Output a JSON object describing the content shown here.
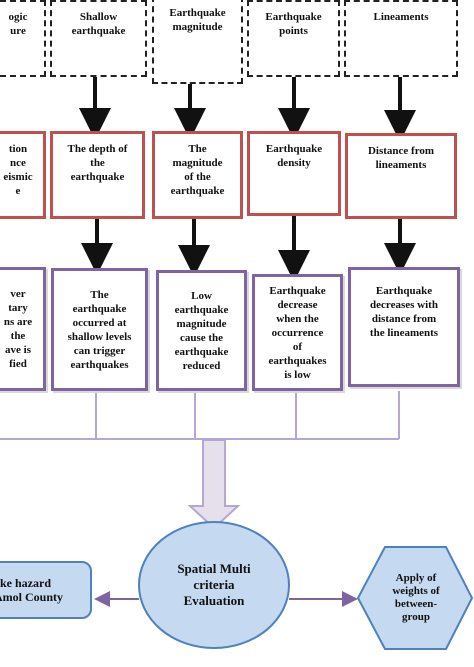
{
  "row1": [
    {
      "text": "ogic\nure"
    },
    {
      "text": "Shallow\nearthquake"
    },
    {
      "text": "Earthquake\nmagnitude"
    },
    {
      "text": "Earthquake\npoints"
    },
    {
      "text": "Lineaments"
    }
  ],
  "row2": [
    {
      "text": "tion\nnce\neismic\ne"
    },
    {
      "text": "The depth of\nthe\nearthquake"
    },
    {
      "text": "The\nmagnitude\nof the\nearthquake"
    },
    {
      "text": "Earthquake\ndensity"
    },
    {
      "text": "Distance from\nlineaments"
    }
  ],
  "row3": [
    {
      "text": "ver\ntary\nns are\nthe\nave is\nfied"
    },
    {
      "text": "The\nearthquake\noccurred at\nshallow levels\ncan trigger\nearthquakes"
    },
    {
      "text": "Low\nearthquake\nmagnitude\ncause the\nearthquake\nreduced"
    },
    {
      "text": "Earthquake\ndecrease\nwhen the\noccurrence\nof\nearthquakes\nis low"
    },
    {
      "text": "Earthquake\ndecreases with\ndistance from\nthe lineaments"
    }
  ],
  "bottom": {
    "left_box": "ake hazard\n Amol County",
    "center_ellipse": "Spatial Multi\ncriteria\nEvaluation",
    "right_hexagon": "Apply of\nweights of\nbetween-\ngroup"
  },
  "colors": {
    "red_border": "#c0504d",
    "purple_border": "#8064a2",
    "connector": "#b4a7d6",
    "ellipse_fill": "#c5d9f1",
    "ellipse_stroke": "#4f81bd",
    "hexagon_fill": "#c5d9f1",
    "left_box_fill": "#c5d9f1",
    "big_arrow_fill": "#e5e0ec"
  }
}
